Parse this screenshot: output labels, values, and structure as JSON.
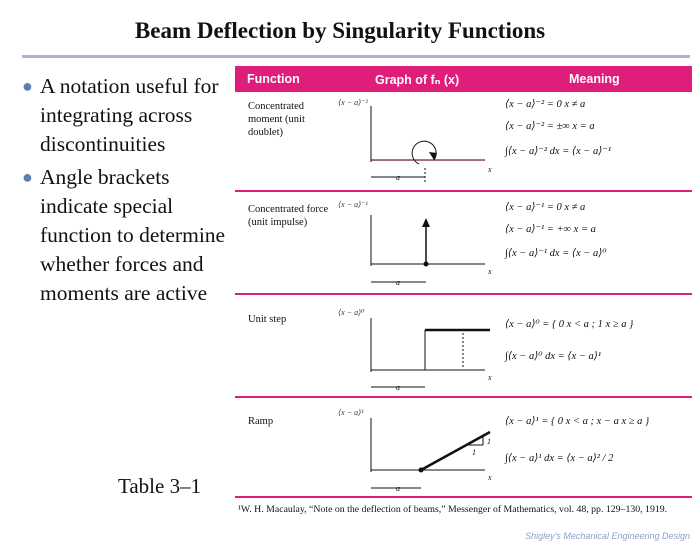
{
  "title": "Beam Deflection by Singularity Functions",
  "bullets": [
    "A notation useful for integrating across discontinuities",
    "Angle brackets indicate special function to determine whether forces and moments are active"
  ],
  "table_caption": "Table 3–1",
  "table": {
    "headers": {
      "function": "Function",
      "graph": "Graph of fₙ (x)",
      "meaning": "Meaning"
    },
    "rows": [
      {
        "name": "Concentrated moment (unit doublet)",
        "fn_label": "⟨x − a⟩⁻²",
        "meaning": [
          "⟨x − a⟩⁻² = 0   x ≠ a",
          "⟨x − a⟩⁻² = ±∞   x = a",
          "∫⟨x − a⟩⁻² dx = ⟨x − a⟩⁻¹"
        ]
      },
      {
        "name": "Concentrated force (unit impulse)",
        "fn_label": "⟨x − a⟩⁻¹",
        "meaning": [
          "⟨x − a⟩⁻¹ = 0   x ≠ a",
          "⟨x − a⟩⁻¹ = +∞   x = a",
          "∫⟨x − a⟩⁻¹ dx = ⟨x − a⟩⁰"
        ]
      },
      {
        "name": "Unit step",
        "fn_label": "⟨x − a⟩⁰",
        "meaning": [
          "⟨x − a⟩⁰ = { 0   x < a ; 1   x ≥ a }",
          "∫⟨x − a⟩⁰ dx = ⟨x − a⟩¹"
        ]
      },
      {
        "name": "Ramp",
        "fn_label": "⟨x − a⟩¹",
        "meaning": [
          "⟨x − a⟩¹ = { 0   x < a ; x − a   x ≥ a }",
          "∫⟨x − a⟩¹ dx = ⟨x − a⟩² / 2"
        ]
      }
    ],
    "axis": {
      "x": "x",
      "a": "a",
      "one": "1"
    }
  },
  "footnote": "¹W. H. Macaulay, “Note on the deflection of beams,” Messenger of Mathematics, vol. 48, pp. 129–130, 1919.",
  "credit": "Shigley’s Mechanical Engineering Design",
  "colors": {
    "header": "#df1d7b",
    "title_rule": "#aab4cf",
    "bullet": "#5a7fb0"
  }
}
